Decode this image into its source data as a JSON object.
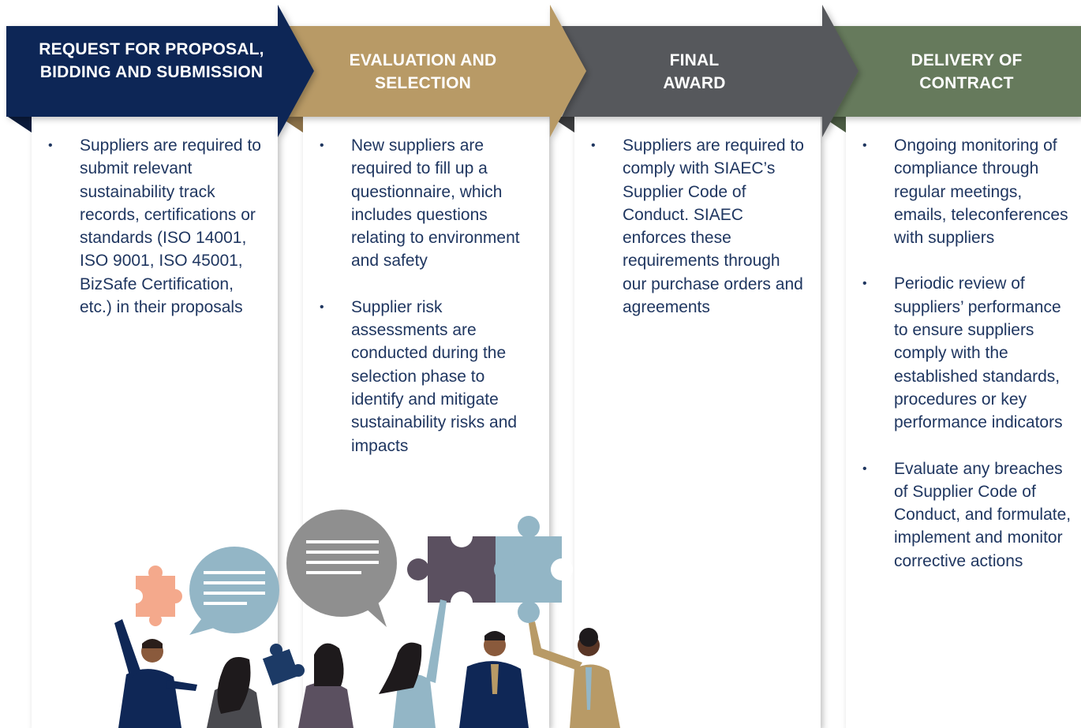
{
  "stages": [
    {
      "title": "REQUEST FOR PROPOSAL, BIDDING AND SUBMISSION",
      "color": "#0f2756",
      "bullets": [
        "Suppliers are required to submit relevant sustainability track records, certifications or standards (ISO 14001, ISO 9001, ISO 45001, BizSafe Certification, etc.) in their proposals"
      ]
    },
    {
      "title": "EVALUATION AND SELECTION",
      "color": "#b89a66",
      "bullets": [
        "New suppliers are required to fill up a questionnaire, which includes questions relating to environment and safety",
        "Supplier risk assessments are conducted during the selection phase to identify and mitigate sustainability risks and impacts"
      ]
    },
    {
      "title": "FINAL AWARD",
      "color": "#57585b",
      "bullets": [
        "Suppliers are required to comply with SIAEC’s Supplier Code of Conduct. SIAEC enforces these requirements through our purchase orders and agreements"
      ]
    },
    {
      "title": "DELIVERY OF CONTRACT",
      "color": "#667a5c",
      "bullets": [
        "Ongoing monitoring of compliance through regular meetings, emails, teleconferences with suppliers",
        "Periodic review of suppliers’ performance to ensure suppliers comply with the established standards, procedures or key performance indicators",
        "Evaluate any breaches of Supplier Code of Conduct, and formulate, implement and monitor corrective actions"
      ]
    }
  ],
  "colors": {
    "text": "#1f3660",
    "panel": "#ffffff",
    "shadow": "#d6d6d6",
    "puzzle_orange": "#f4a98c",
    "puzzle_purple": "#5b5060",
    "puzzle_blue": "#93b6c6",
    "bubble_blue": "#93b6c6",
    "bubble_grey": "#8f8f8f",
    "navy_puzzle": "#1c3a66"
  },
  "icons": [
    "speech-bubble-icon",
    "puzzle-piece-icon",
    "business-people-illustration"
  ]
}
